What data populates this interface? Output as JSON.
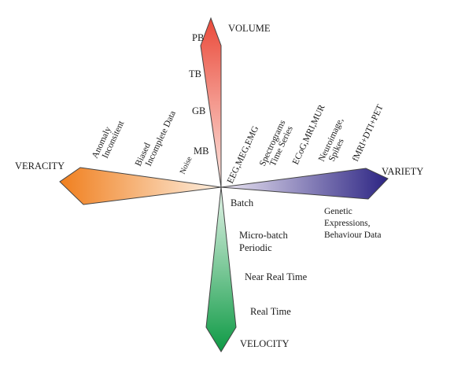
{
  "axes": {
    "volume": {
      "title": "VOLUME",
      "ticks": [
        "PB",
        "TB",
        "GB",
        "MB"
      ],
      "colors": [
        "#ea4a3a",
        "#fde7e1"
      ]
    },
    "variety": {
      "title": "VARIETY",
      "ticks": [
        "EEG,MEG,EMG",
        "Spectrograms",
        "Time Series",
        "ECoG,MRI,MUR",
        "Neuroimage,",
        "Spikes",
        "fMRI+DTI+PET"
      ],
      "extra": [
        "Genetic",
        "Expressions,",
        "Behaviour Data"
      ],
      "colors": [
        "#ede8f4",
        "#2c2483"
      ]
    },
    "veracity": {
      "title": "VERACITY",
      "ticks": [
        "Anomaly",
        "Inconsitent",
        "Biased",
        "Incomplete Data",
        "Noise"
      ],
      "colors": [
        "#f07f1e",
        "#fdf0e2"
      ]
    },
    "velocity": {
      "title": "VELOCITY",
      "ticks": [
        "Batch",
        "Micro-batch",
        "Periodic",
        "Near Real Time",
        "Real Time"
      ],
      "colors": [
        "#e6f5ea",
        "#0e9a45"
      ]
    }
  }
}
